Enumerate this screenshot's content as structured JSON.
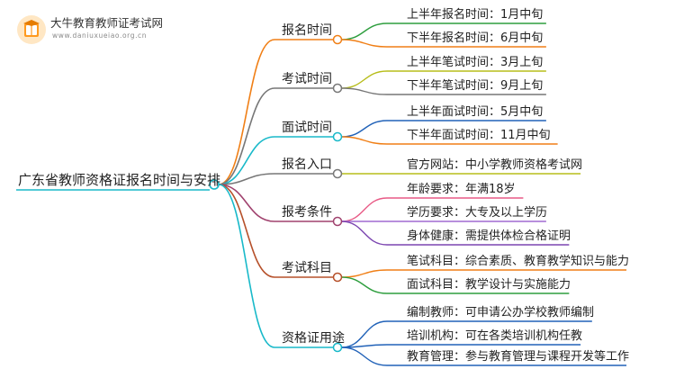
{
  "brand": {
    "name": "大牛教育教师证考试网",
    "url": "www.daniuxueiao.org.cn"
  },
  "root": {
    "label": "广东省教师资格证报名时间与安排"
  },
  "branches": [
    {
      "label": "报名时间",
      "color": "#f07f16",
      "children": [
        {
          "label": "上半年报名时间：1月中旬",
          "color": "#2e9e3e"
        },
        {
          "label": "下半年报名时间：6月中旬",
          "color": "#f07f16"
        }
      ]
    },
    {
      "label": "考试时间",
      "color": "#777777",
      "children": [
        {
          "label": "上半年笔试时间：3月上旬",
          "color": "#b7bd1a"
        },
        {
          "label": "下半年笔试时间：9月上旬",
          "color": "#777777"
        }
      ]
    },
    {
      "label": "面试时间",
      "color": "#18b9c9",
      "children": [
        {
          "label": "上半年面试时间：5月中旬",
          "color": "#2162b8"
        },
        {
          "label": "下半年面试时间：11月中旬",
          "color": "#f07f16"
        }
      ]
    },
    {
      "label": "报名入口",
      "color": "#777777",
      "children": [
        {
          "label": "官方网站：中小学教师资格考试网",
          "color": "#b7bd1a"
        }
      ]
    },
    {
      "label": "报考条件",
      "color": "#a0426e",
      "children": [
        {
          "label": "年龄要求：年满18岁",
          "color": "#e85a86"
        },
        {
          "label": "学历要求：大专及以上学历",
          "color": "#a06ad0"
        },
        {
          "label": "身体健康：需提供体检合格证明",
          "color": "#7b45b0"
        }
      ]
    },
    {
      "label": "考试科目",
      "color": "#b6502a",
      "children": [
        {
          "label": "笔试科目：综合素质、教育教学知识与能力",
          "color": "#f07f16"
        },
        {
          "label": "面试科目：教学设计与实施能力",
          "color": "#2e9e3e"
        }
      ]
    },
    {
      "label": "资格证用途",
      "color": "#18b9c9",
      "children": [
        {
          "label": "编制教师：可申请公办学校教师编制",
          "color": "#2162b8"
        },
        {
          "label": "培训机构：可在各类培训机构任教",
          "color": "#2162b8"
        },
        {
          "label": "教育管理：参与教育管理与课程开发等工作",
          "color": "#2162b8"
        }
      ]
    }
  ]
}
